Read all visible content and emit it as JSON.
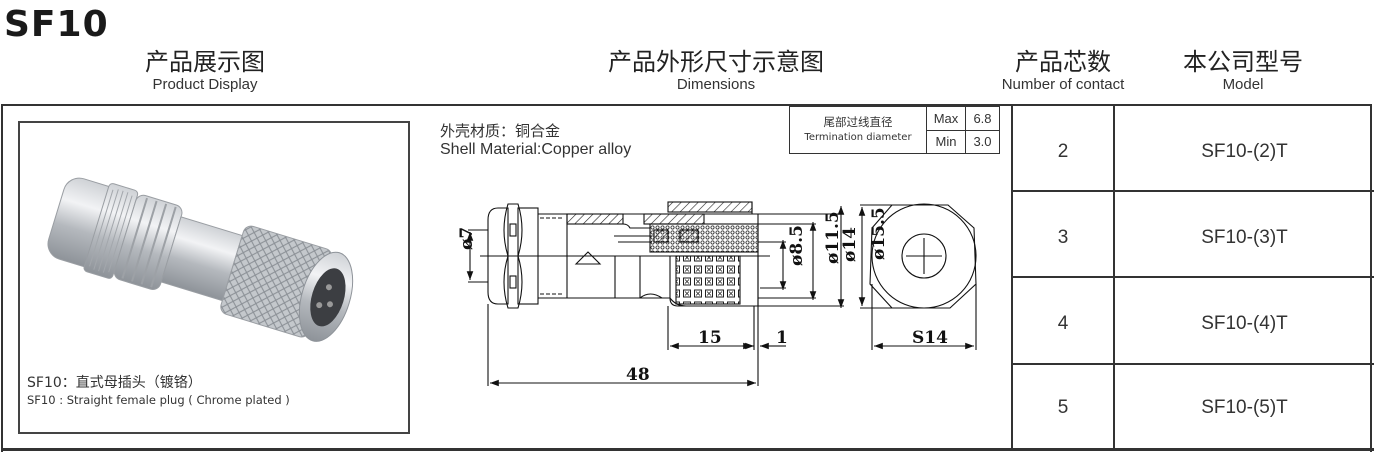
{
  "page_title": "SF10",
  "headers": {
    "product_display": {
      "cn": "产品展示图",
      "en": "Product Display"
    },
    "dimensions": {
      "cn": "产品外形尺寸示意图",
      "en": "Dimensions"
    },
    "contacts": {
      "cn": "产品芯数",
      "en": "Number of contact"
    },
    "model": {
      "cn": "本公司型号",
      "en": "Model"
    }
  },
  "product": {
    "image_icon": "connector-photo",
    "caption_cn": "SF10：直式母插头（镀铬）",
    "caption_en": "SF10 : Straight female plug ( Chrome plated )"
  },
  "shell_material": {
    "cn": "外壳材质：铜合金",
    "en": "Shell  Material:Copper alloy"
  },
  "termination_diameter": {
    "label_cn": "尾部过线直径",
    "label_en": "Termination diameter",
    "max_label": "Max",
    "max_value": "6.8",
    "min_label": "Min",
    "min_value": "3.0"
  },
  "drawing_dimensions": {
    "d7": "ø7",
    "d8_5": "ø8.5",
    "d11_5": "ø11.5",
    "d14": "ø14",
    "d15_5": "ø15.5",
    "s14": "S14",
    "len15": "15",
    "len1": "1",
    "len48": "48"
  },
  "models": [
    {
      "contacts": "2",
      "model": "SF10-(2)T"
    },
    {
      "contacts": "3",
      "model": "SF10-(3)T"
    },
    {
      "contacts": "4",
      "model": "SF10-(4)T"
    },
    {
      "contacts": "5",
      "model": "SF10-(5)T"
    }
  ]
}
